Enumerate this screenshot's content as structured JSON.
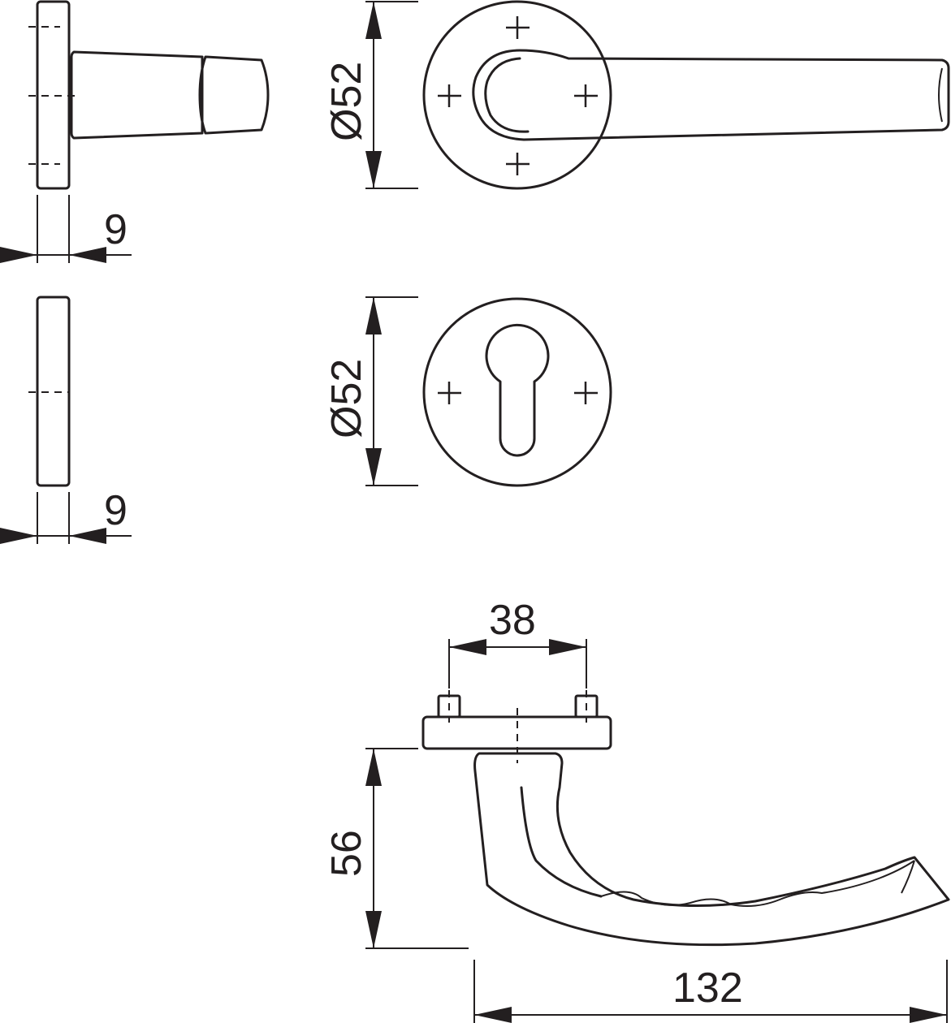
{
  "dimensions": {
    "rose_thickness_top": "9",
    "rose_diameter_top": "Ø52",
    "escutcheon_thickness": "9",
    "escutcheon_diameter": "Ø52",
    "fixing_distance": "38",
    "lever_height": "56",
    "lever_length": "132"
  },
  "colors": {
    "line": "#231f20",
    "background": "#ffffff"
  }
}
